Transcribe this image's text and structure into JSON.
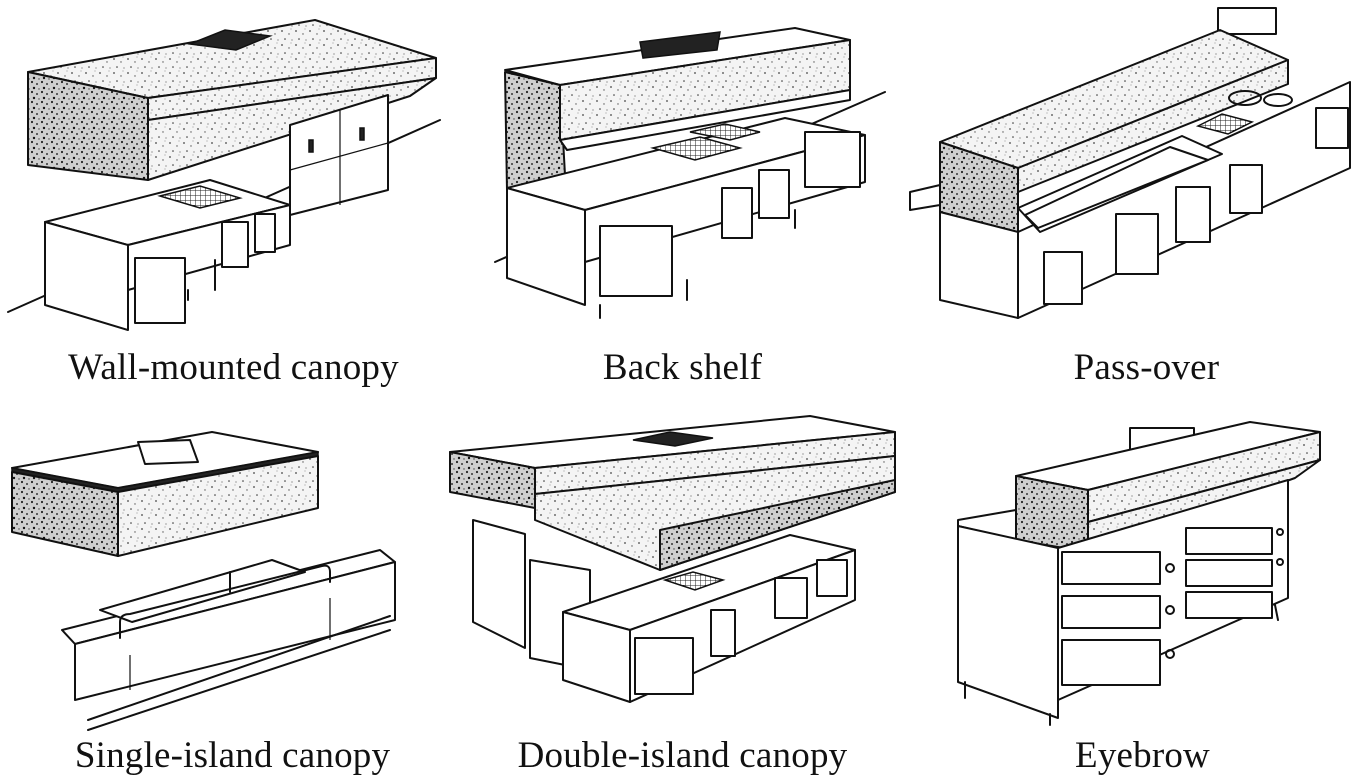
{
  "figure": {
    "panels": [
      {
        "id": "wall-mounted",
        "caption": "Wall-mounted canopy"
      },
      {
        "id": "back-shelf",
        "caption": "Back shelf"
      },
      {
        "id": "pass-over",
        "caption": "Pass-over"
      },
      {
        "id": "single-island",
        "caption": "Single-island canopy"
      },
      {
        "id": "double-island",
        "caption": "Double-island canopy"
      },
      {
        "id": "eyebrow",
        "caption": "Eyebrow"
      }
    ]
  }
}
